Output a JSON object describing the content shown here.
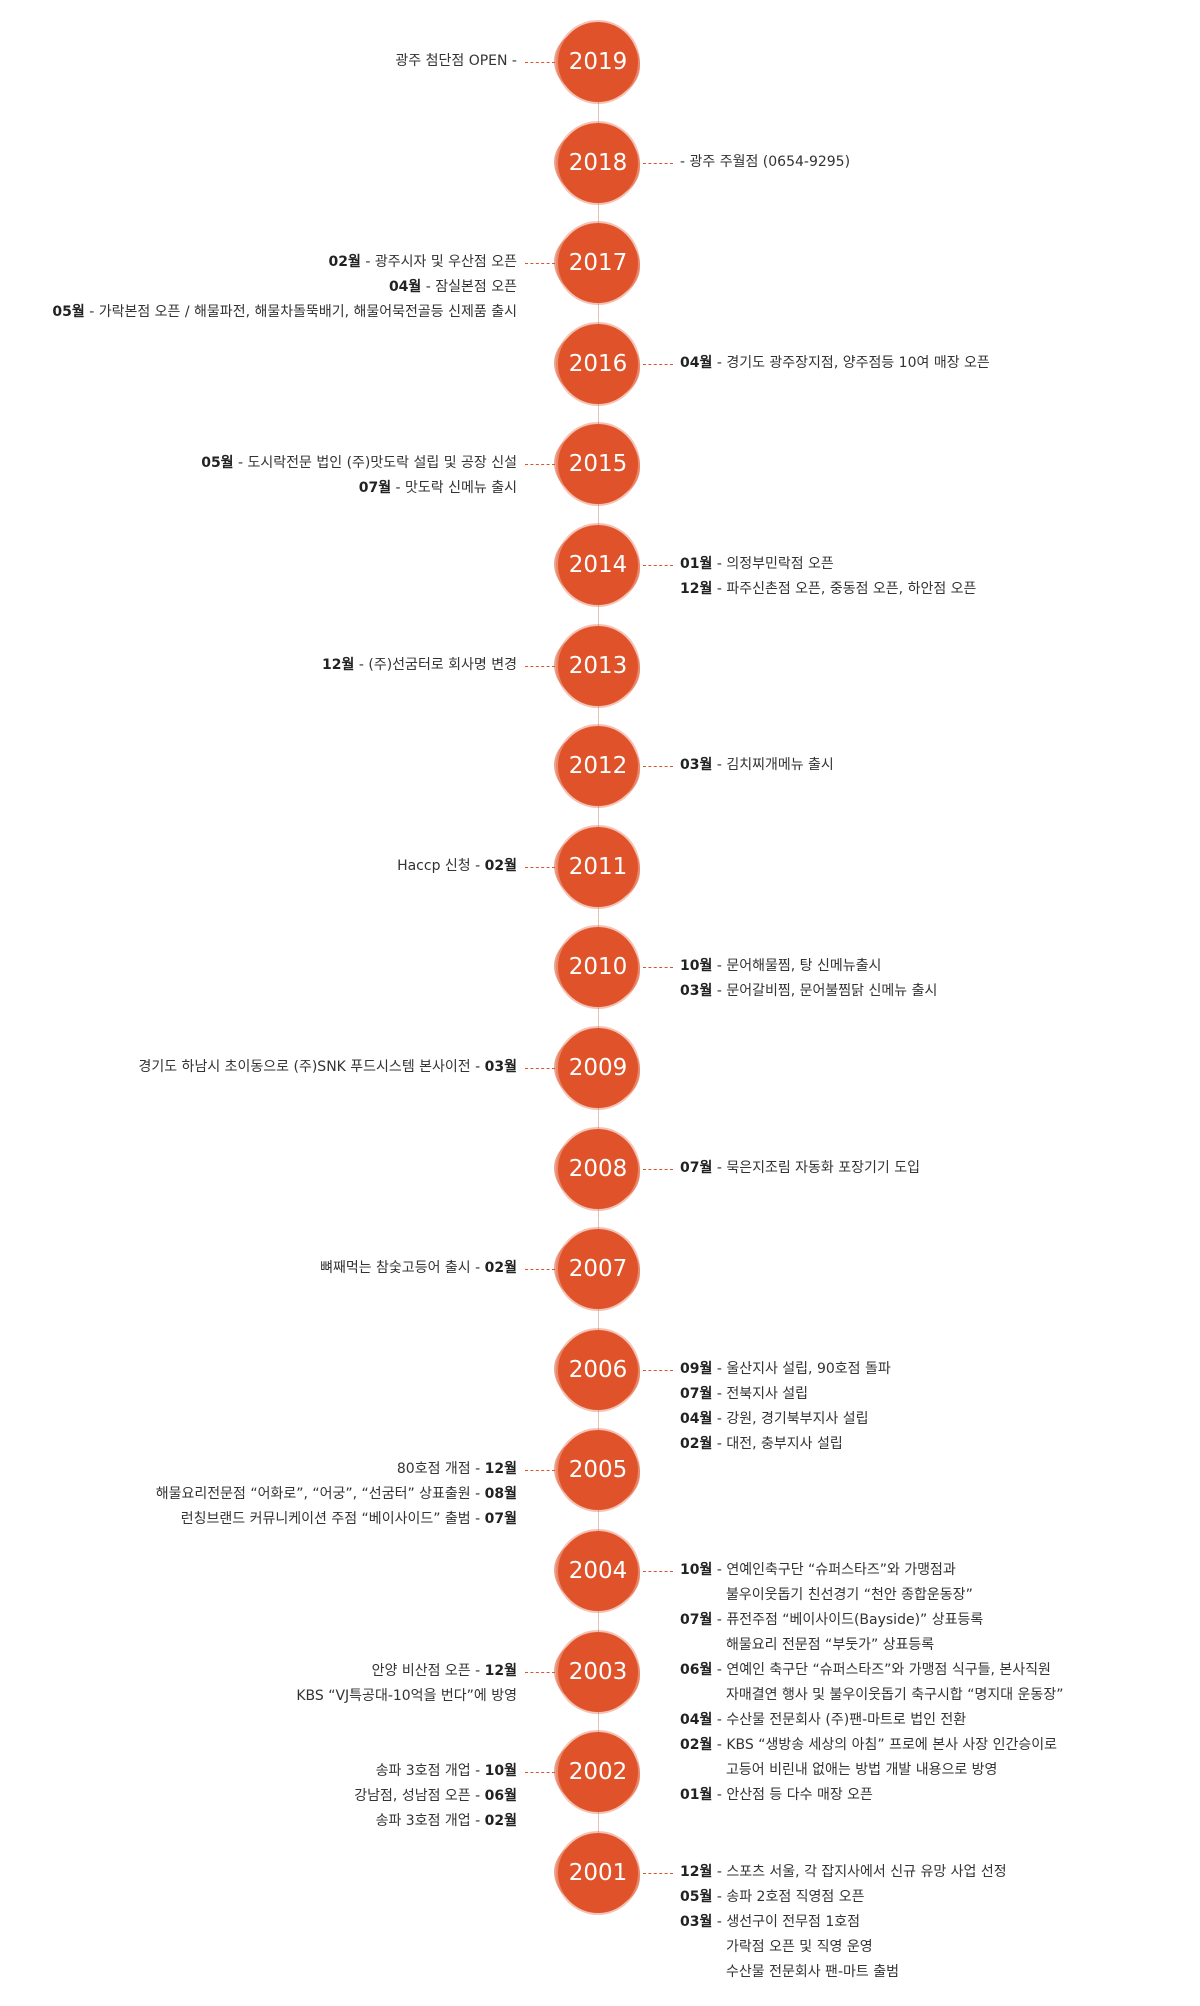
{
  "accent_color": "#e0532a",
  "timeline": [
    {
      "year": "2019",
      "side": "left",
      "events": [
        {
          "month": "",
          "text": "광주 첨단점 OPEN -",
          "order": "text-first"
        }
      ]
    },
    {
      "year": "2018",
      "side": "right",
      "events": [
        {
          "month": "",
          "text": "- 광주 주월점 (0654-9295)"
        }
      ]
    },
    {
      "year": "2017",
      "side": "left",
      "events": [
        {
          "month": "02월",
          "text": " - 광주시자 및 우산점 오픈"
        },
        {
          "month": "04월",
          "text": " - 잠실본점 오픈"
        },
        {
          "month": "05월",
          "text": " - 가락본점 오픈 / 해물파전, 해물차돌뚝배기, 해물어묵전골등 신제품 출시"
        }
      ]
    },
    {
      "year": "2016",
      "side": "right",
      "events": [
        {
          "month": "04월",
          "text": " - 경기도 광주장지점, 양주점등 10여 매장 오픈"
        }
      ]
    },
    {
      "year": "2015",
      "side": "left",
      "events": [
        {
          "month": "05월",
          "text": " - 도시락전문 법인 (주)맛도락 설립 및 공장 신설"
        },
        {
          "month": "07월",
          "text": " - 맛도락 신메뉴 출시"
        }
      ]
    },
    {
      "year": "2014",
      "side": "right",
      "events": [
        {
          "month": "01월",
          "text": " - 의정부민락점 오픈"
        },
        {
          "month": "12월",
          "text": " - 파주신촌점 오픈, 중동점 오픈, 하안점 오픈"
        }
      ]
    },
    {
      "year": "2013",
      "side": "left",
      "events": [
        {
          "month": "12월",
          "text": " - (주)선굼터로 회사명 변경"
        }
      ]
    },
    {
      "year": "2012",
      "side": "right",
      "events": [
        {
          "month": "03월",
          "text": " - 김치찌개메뉴 출시"
        }
      ]
    },
    {
      "year": "2011",
      "side": "left",
      "events": [
        {
          "month": "02월",
          "text": "Haccp 신청 - ",
          "order": "text-first"
        }
      ]
    },
    {
      "year": "2010",
      "side": "right",
      "events": [
        {
          "month": "10월",
          "text": " - 문어해물찜, 탕 신메뉴출시"
        },
        {
          "month": "03월",
          "text": " - 문어갈비찜, 문어불찜닭 신메뉴 출시"
        }
      ]
    },
    {
      "year": "2009",
      "side": "left",
      "events": [
        {
          "month": "03월",
          "text": "경기도 하남시 초이동으로 (주)SNK 푸드시스템 본사이전 - ",
          "order": "text-first"
        }
      ]
    },
    {
      "year": "2008",
      "side": "right",
      "events": [
        {
          "month": "07월",
          "text": " - 묵은지조림 자동화 포장기기 도입"
        }
      ]
    },
    {
      "year": "2007",
      "side": "left",
      "events": [
        {
          "month": "02월",
          "text": "뼈째먹는 참숯고등어 출시 - ",
          "order": "text-first"
        }
      ]
    },
    {
      "year": "2006",
      "side": "right",
      "events": [
        {
          "month": "09월",
          "text": " - 울산지사 설립, 90호점 돌파"
        },
        {
          "month": "07월",
          "text": " - 전북지사 설립"
        },
        {
          "month": "04월",
          "text": " - 강원, 경기북부지사 설립"
        },
        {
          "month": "02월",
          "text": " - 대전, 충부지사 설립"
        }
      ]
    },
    {
      "year": "2005",
      "side": "left",
      "events": [
        {
          "month": "12월",
          "text": "80호점 개점 - ",
          "order": "text-first"
        },
        {
          "month": "08월",
          "text": "해물요리전문점 “어화로”, “어궁”, “선굼터” 상표출원 - ",
          "order": "text-first"
        },
        {
          "month": "07월",
          "text": "런칭브랜드 커뮤니케이션 주점 “베이사이드” 출범 - ",
          "order": "text-first"
        }
      ]
    },
    {
      "year": "2004",
      "side": "right",
      "events": [
        {
          "month": "10월",
          "text": " - 연예인축구단 “슈퍼스타즈”와 가맹점과"
        },
        {
          "month": "",
          "text": "불우이웃돕기 친선경기 “천안 종합운동장”",
          "cont": true
        },
        {
          "month": "07월",
          "text": " - 퓨전주점 “베이사이드(Bayside)” 상표등록"
        },
        {
          "month": "",
          "text": "해물요리 전문점 “부둣가” 상표등록",
          "cont": true
        },
        {
          "month": "06월",
          "text": " - 연예인 축구단 “슈퍼스타즈”와 가맹점 식구들, 본사직원"
        },
        {
          "month": "",
          "text": "자매결연 행사 및 불우이웃돕기 축구시합 “명지대 운동장”",
          "cont": true
        },
        {
          "month": "04월",
          "text": " - 수산물 전문회사 (주)팬-마트로 법인 전환"
        },
        {
          "month": "02월",
          "text": " - KBS “생방송 세상의 아침” 프로에 본사 사장 인간승이로"
        },
        {
          "month": "",
          "text": "고등어 비린내 없애는 방법 개발 내용으로 방영",
          "cont": true
        },
        {
          "month": "01월",
          "text": " - 안산점 등 다수 매장 오픈"
        }
      ]
    },
    {
      "year": "2003",
      "side": "left",
      "events": [
        {
          "month": "12월",
          "text": "안양 비산점 오픈 - ",
          "order": "text-first"
        },
        {
          "month": "",
          "text": "KBS “VJ특공대-10억을 번다”에 방영        ",
          "order": "text-first"
        }
      ]
    },
    {
      "year": "2002",
      "side": "left",
      "events": [
        {
          "month": "10월",
          "text": "송파 3호점 개업 - ",
          "order": "text-first"
        },
        {
          "month": "06월",
          "text": "강남점, 성남점 오픈 - ",
          "order": "text-first"
        },
        {
          "month": "02월",
          "text": "송파 3호점 개업 - ",
          "order": "text-first"
        }
      ]
    },
    {
      "year": "2001",
      "side": "right",
      "events": [
        {
          "month": "12월",
          "text": " - 스포츠 서울, 각 잡지사에서 신규 유망 사업 선정"
        },
        {
          "month": "05월",
          "text": " - 송파 2호점 직영점 오픈"
        },
        {
          "month": "03월",
          "text": " - 생선구이 전무점 1호점"
        },
        {
          "month": "",
          "text": "가락점 오픈 및 직영 운영",
          "cont": true
        },
        {
          "month": "",
          "text": "수산물 전문회사 팬-마트 출범",
          "cont": true
        }
      ]
    }
  ]
}
